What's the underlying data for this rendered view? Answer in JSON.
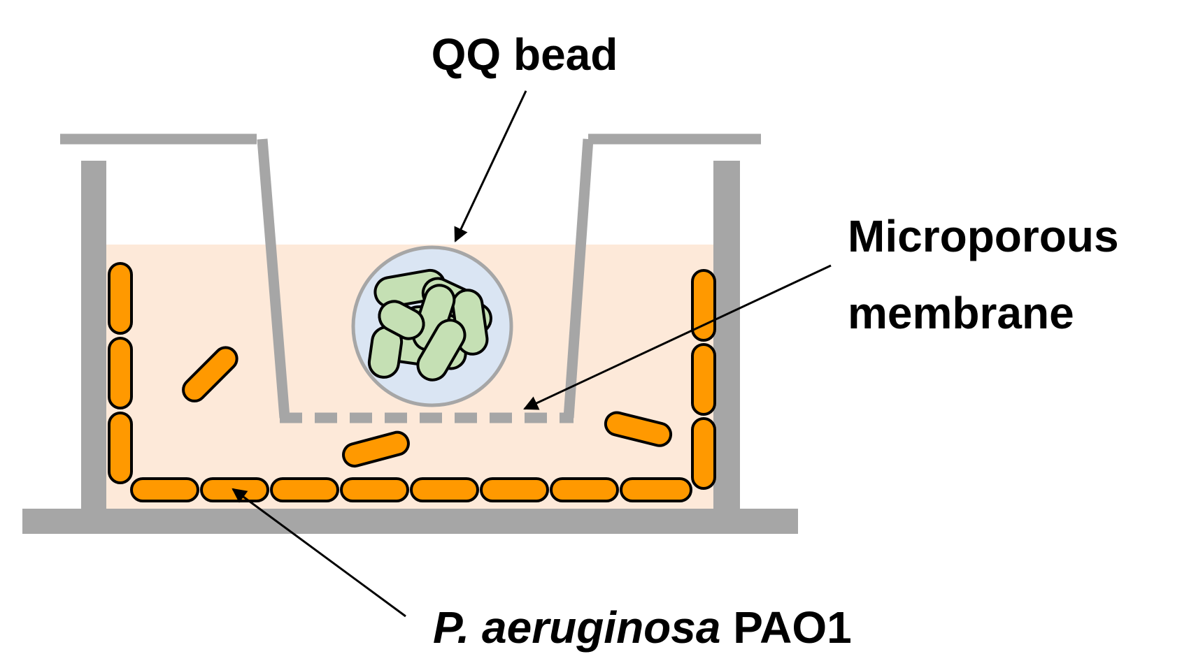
{
  "labels": {
    "qq_bead": "QQ bead",
    "membrane_line1": "Microporous",
    "membrane_line2": "membrane",
    "species_italic": "P. aeruginosa",
    "species_strain": " PAO1"
  },
  "colors": {
    "vessel": "#a6a6a6",
    "medium": "#fde9d9",
    "pao1_cell": "#ff9900",
    "bead_fill": "#dae5f3",
    "bead_outline": "#a6a6a6",
    "qq_cell": "#c5e0b4",
    "outline": "#000000"
  }
}
